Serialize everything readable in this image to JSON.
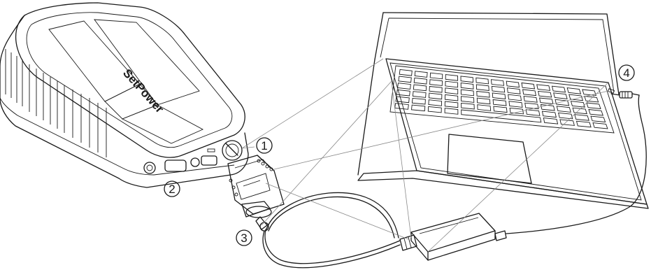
{
  "brand": {
    "text": "SetPower"
  },
  "callouts": [
    {
      "id": "1",
      "label": "①"
    },
    {
      "id": "2",
      "label": "②"
    },
    {
      "id": "3",
      "label": "③"
    },
    {
      "id": "4",
      "label": "④"
    }
  ],
  "colors": {
    "ink": "#1a1a1a",
    "leader": "#8a8a8a",
    "background": "#ffffff"
  },
  "icons": [
    "power-station",
    "car-socket-adapter",
    "laptop",
    "power-adapter-brick",
    "dc-plug",
    "cable"
  ]
}
